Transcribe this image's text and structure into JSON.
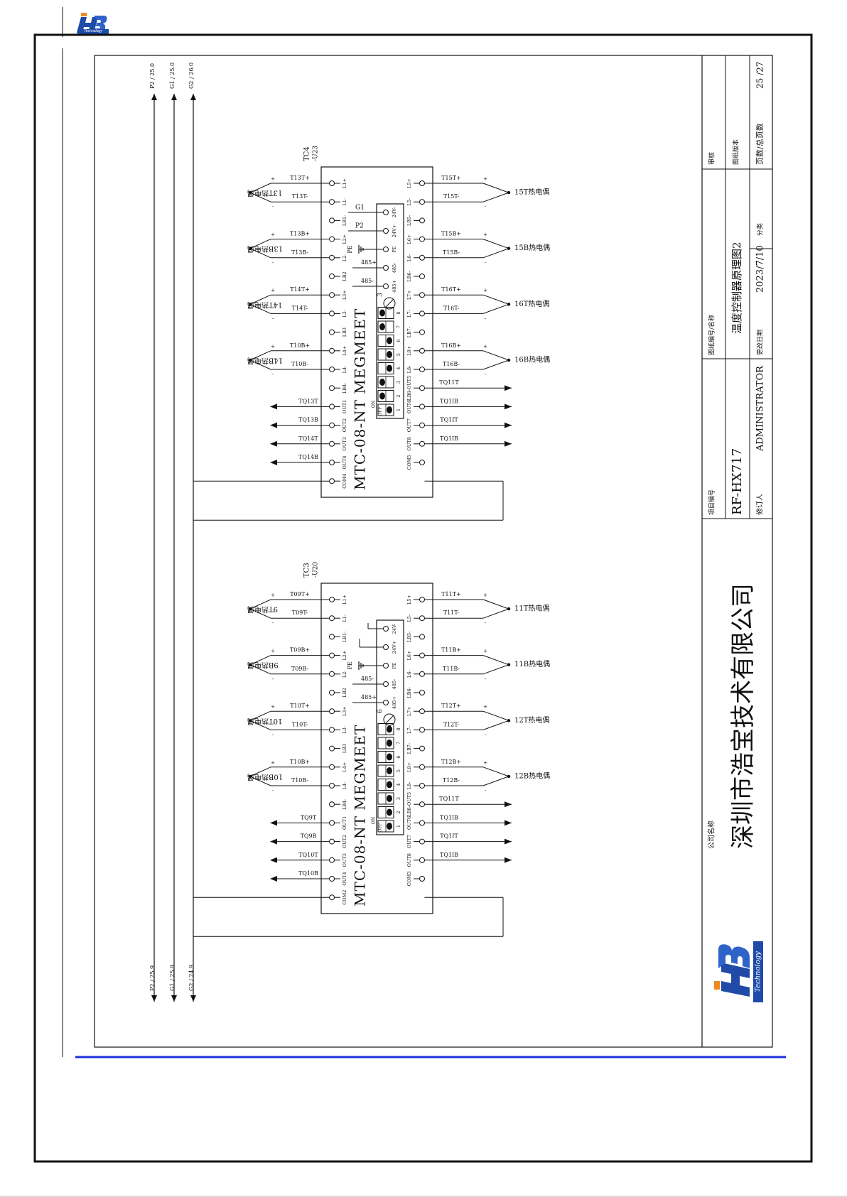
{
  "header": {
    "logo_word": "Technology"
  },
  "sheet": {
    "signals_top": [
      "P2 / 25.0",
      "G1 / 25.0",
      "G2 / 26.0"
    ],
    "signals_bottom": [
      "P2 / 25.9",
      "G1 / 25.9",
      "G2 / 24.9"
    ]
  },
  "modules": [
    {
      "tag": "TC4",
      "sub": "-U23",
      "title": "MTC-08-NT MEGMEET",
      "dip_number": "3",
      "dip_off": [
        1,
        4,
        5,
        6
      ],
      "left_pins": [
        "L1+",
        "L1-",
        "LB1-",
        "L2+",
        "L2-",
        "LB2",
        "L3+",
        "L3-",
        "LB3",
        "L4+",
        "L4-",
        "LB4-",
        "OUT1",
        "OUT2",
        "OUT3",
        "OUT4",
        "COM4"
      ],
      "right_pins": [
        "L5+",
        "L5-",
        "LB5-",
        "L6+",
        "L6-",
        "LB6-",
        "L7+",
        "L7-",
        "LB7-",
        "L8+",
        "L8-",
        "LB8-OUT5",
        "OUT6",
        "OUT7",
        "OUT8",
        "COM5"
      ],
      "comm_pins": [
        "24V-",
        "24V+",
        "PE",
        "485-",
        "485+"
      ],
      "comm_labels": [
        "G1",
        "P2",
        "PE",
        "485+",
        "485-"
      ],
      "left_couples": [
        {
          "name": "13T热电偶",
          "plus": "T13T+",
          "minus": "T13T-"
        },
        {
          "name": "13B热电偶",
          "plus": "T13B+",
          "minus": "T13B-"
        },
        {
          "name": "14T热电偶",
          "plus": "T14T+",
          "minus": "T14T-"
        },
        {
          "name": "14B热电偶",
          "plus": "T10B+",
          "minus": "T10B-"
        }
      ],
      "right_couples": [
        {
          "name": "15T热电偶",
          "plus": "T15T+",
          "minus": "T15T-"
        },
        {
          "name": "15B热电偶",
          "plus": "T15B+",
          "minus": "T15B-"
        },
        {
          "name": "16T热电偶",
          "plus": "T16T+",
          "minus": "T16T-"
        },
        {
          "name": "16B热电偶",
          "plus": "T16B+",
          "minus": "T16B-"
        }
      ],
      "left_outputs": [
        "TQ13T",
        "TQ13B",
        "TQ14T",
        "TQ14B"
      ],
      "right_outputs": [
        "TQ11T",
        "TQ1IB",
        "TQ1IT",
        "TQ1IB"
      ]
    },
    {
      "tag": "TC3",
      "sub": "-U20",
      "title": "MTC-08-NT MEGMEET",
      "dip_number": "6",
      "dip_off": [
        1,
        2,
        3,
        4,
        5,
        6,
        7,
        8
      ],
      "left_pins": [
        "L1+",
        "L1-",
        "LB1-",
        "L2+",
        "L2-",
        "LB2",
        "L3+",
        "L3-",
        "LB3",
        "L4+",
        "L4-",
        "LB4-",
        "OUT1",
        "OUT2",
        "OUT3",
        "OUT4",
        "COM2"
      ],
      "right_pins": [
        "L5+",
        "L5-",
        "LB5-",
        "L6+",
        "L6-",
        "LB6-",
        "L7+",
        "L7-",
        "LB7-",
        "L8+",
        "L8-",
        "LB8-OUT5",
        "OUT6",
        "OUT7",
        "OUT8",
        "COM3"
      ],
      "comm_pins": [
        "24V-",
        "24V+",
        "PE",
        "485-",
        "485+"
      ],
      "comm_labels": [
        "",
        "",
        "PE",
        "485-",
        "485+"
      ],
      "left_couples": [
        {
          "name": "9T热电偶",
          "plus": "T09T+",
          "minus": "T09T-"
        },
        {
          "name": "9B热电偶",
          "plus": "T09B+",
          "minus": "T09B-"
        },
        {
          "name": "10T热电偶",
          "plus": "T10T+",
          "minus": "T10T-"
        },
        {
          "name": "10B热电偶",
          "plus": "T10B+",
          "minus": "T10B-"
        }
      ],
      "right_couples": [
        {
          "name": "11T热电偶",
          "plus": "T11T+",
          "minus": "T11T-"
        },
        {
          "name": "11B热电偶",
          "plus": "T11B+",
          "minus": "T11B-"
        },
        {
          "name": "12T热电偶",
          "plus": "T12T+",
          "minus": "T12T-"
        },
        {
          "name": "12B热电偶",
          "plus": "T12B+",
          "minus": "T12B-"
        }
      ],
      "left_outputs": [
        "TQ9T",
        "TQ9B",
        "TQ10T",
        "TQ10B"
      ],
      "right_outputs": [
        "TQ11T",
        "TQ1IB",
        "TQ1IT",
        "TQ1IB"
      ]
    }
  ],
  "title_block": {
    "company_label": "公司名称",
    "company_name": "深圳市浩宝技术有限公司",
    "logo_word": "Technology",
    "project_label": "项目编号",
    "project_value": "RF-HX717",
    "reviser_label": "修订人",
    "reviser_value": "ADMINISTRATOR",
    "drawing_label": "图纸编号/名称",
    "drawing_value": "温度控制器原理图2",
    "date_label": "更改日期",
    "date_value": "2023/7/10",
    "category_label": "分类",
    "review_label": "审核",
    "version_label": "图纸版本",
    "pages_label": "页数/总页数",
    "pages_value": "25 /27"
  }
}
